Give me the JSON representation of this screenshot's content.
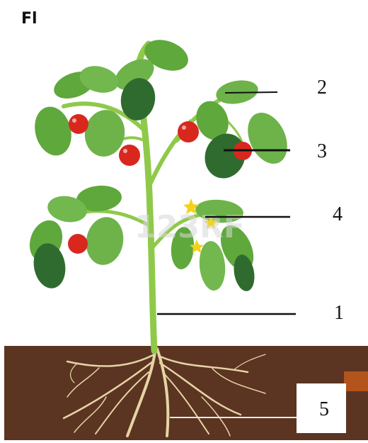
{
  "title": "Fl",
  "watermark": "123RF",
  "labels": [
    {
      "id": "label-2",
      "text": "2"
    },
    {
      "id": "label-3",
      "text": "3"
    },
    {
      "id": "label-4",
      "text": "4"
    },
    {
      "id": "label-1",
      "text": "1"
    },
    {
      "id": "label-5",
      "text": "5"
    }
  ],
  "colors": {
    "soil": "#5b3422",
    "stem": "#8fc94a",
    "leaf": "#5fa83c",
    "leaf_dark": "#2f6b2f",
    "fruit": "#d8281e",
    "flower": "#f3d21a",
    "root": "#e6d4a5",
    "leader_line": "#111111"
  }
}
